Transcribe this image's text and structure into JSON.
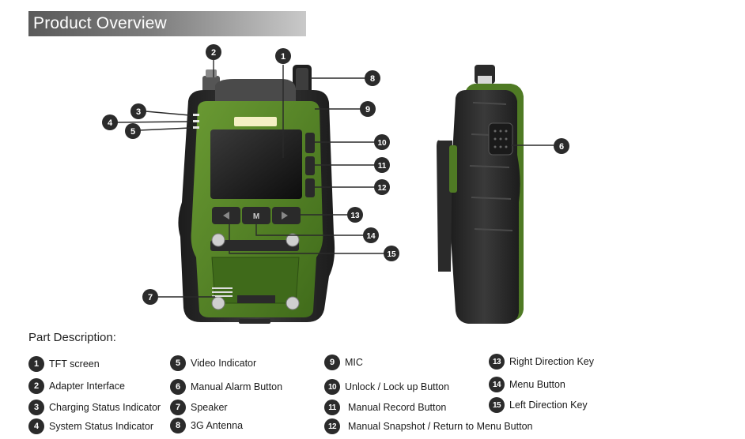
{
  "header": {
    "title": "Product Overview"
  },
  "part_description": {
    "title": "Part Description:"
  },
  "callouts": [
    "1",
    "2",
    "3",
    "4",
    "5",
    "6",
    "7",
    "8",
    "9",
    "10",
    "11",
    "12",
    "13",
    "14",
    "15"
  ],
  "parts": [
    {
      "number": "1",
      "label": "TFT screen"
    },
    {
      "number": "2",
      "label": "Adapter Interface"
    },
    {
      "number": "3",
      "label": "Charging Status Indicator"
    },
    {
      "number": "4",
      "label": "System Status Indicator"
    },
    {
      "number": "5",
      "label": "Video Indicator"
    },
    {
      "number": "6",
      "label": "Manual Alarm Button"
    },
    {
      "number": "7",
      "label": "Speaker"
    },
    {
      "number": "8",
      "label": "3G Antenna"
    },
    {
      "number": "9",
      "label": "MIC"
    },
    {
      "number": "10",
      "label": "Unlock / Lock up Button"
    },
    {
      "number": "11",
      "label": "Manual Record Button"
    },
    {
      "number": "12",
      "label": "Manual Snapshot / Return to Menu Button"
    },
    {
      "number": "13",
      "label": "Right Direction Key"
    },
    {
      "number": "14",
      "label": "Menu Button"
    },
    {
      "number": "15",
      "label": "Left Direction Key"
    }
  ],
  "device_key_label": "M",
  "colors": {
    "body_green": "#4f7a24",
    "rubber": "#2a2a2a",
    "badge": "#2b2b2b"
  }
}
